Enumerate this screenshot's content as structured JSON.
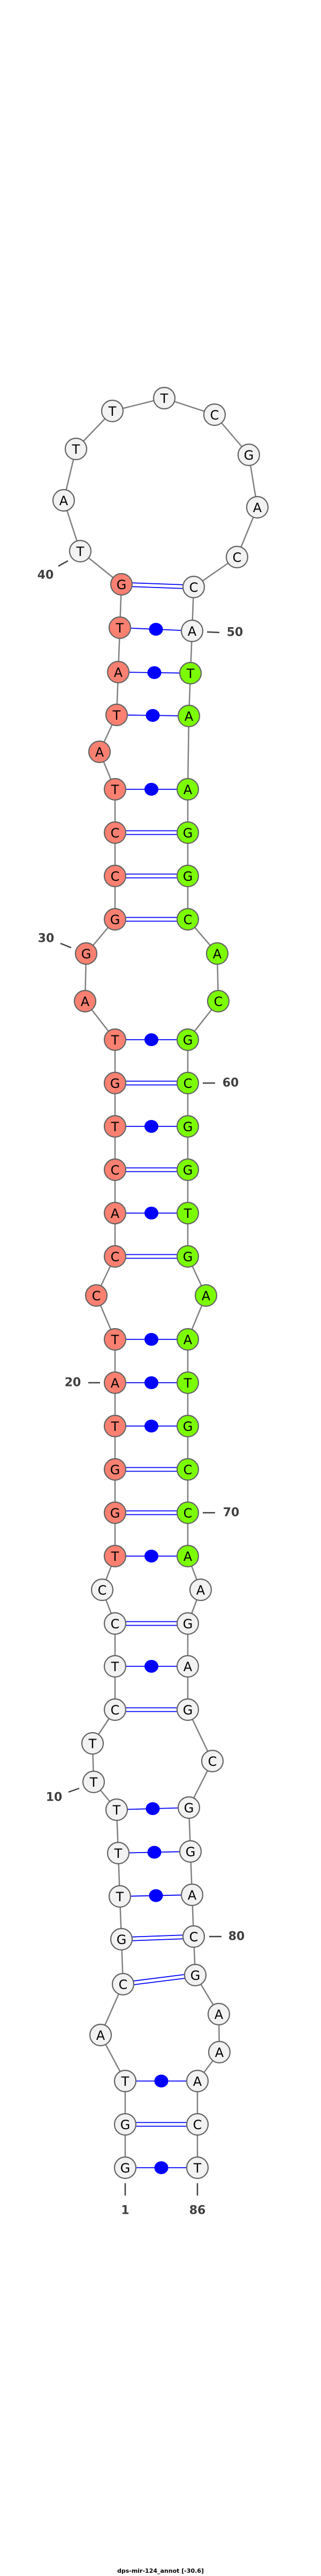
{
  "title": "dps-mir-124_annot [-30.6]",
  "sequence": [
    "G",
    "G",
    "T",
    "A",
    "C",
    "G",
    "T",
    "T",
    "T",
    "T",
    "T",
    "C",
    "T",
    "C",
    "C",
    "T",
    "G",
    "G",
    "T",
    "A",
    "T",
    "C",
    "C",
    "A",
    "C",
    "T",
    "G",
    "T",
    "A",
    "G",
    "G",
    "C",
    "C",
    "T",
    "A",
    "T",
    "A",
    "T",
    "G",
    "T",
    "A",
    "T",
    "T",
    "T",
    "C",
    "G",
    "A",
    "C",
    "C",
    "A",
    "T",
    "A",
    "A",
    "G",
    "G",
    "C",
    "A",
    "C",
    "G",
    "C",
    "G",
    "G",
    "T",
    "G",
    "A",
    "A",
    "T",
    "G",
    "C",
    "C",
    "A",
    "A",
    "G",
    "A",
    "G",
    "C",
    "G",
    "G",
    "A",
    "C",
    "G",
    "A",
    "A",
    "A",
    "C",
    "T"
  ],
  "pairs": [
    [
      1,
      86
    ],
    [
      2,
      85
    ],
    [
      3,
      84
    ],
    [
      5,
      81
    ],
    [
      6,
      80
    ],
    [
      7,
      79
    ],
    [
      8,
      78
    ],
    [
      9,
      77
    ],
    [
      12,
      75
    ],
    [
      13,
      74
    ],
    [
      14,
      73
    ],
    [
      16,
      71
    ],
    [
      17,
      70
    ],
    [
      18,
      69
    ],
    [
      19,
      68
    ],
    [
      20,
      67
    ],
    [
      21,
      66
    ],
    [
      23,
      64
    ],
    [
      24,
      63
    ],
    [
      25,
      62
    ],
    [
      26,
      61
    ],
    [
      27,
      60
    ],
    [
      28,
      59
    ],
    [
      31,
      56
    ],
    [
      32,
      55
    ],
    [
      33,
      54
    ],
    [
      34,
      53
    ],
    [
      36,
      52
    ],
    [
      37,
      51
    ],
    [
      38,
      50
    ],
    [
      39,
      49
    ]
  ],
  "highlights": [
    {
      "name": "mature-5p",
      "range": [
        16,
        39
      ],
      "color": "#fa8072"
    },
    {
      "name": "mature-3p",
      "range": [
        51,
        71
      ],
      "color": "#7cfc00"
    }
  ],
  "default_fill": "#f2f2f2",
  "bond_color": "#0000ff",
  "number_labels": [
    "1",
    "10",
    "20",
    "30",
    "40",
    "50",
    "60",
    "70",
    "80",
    "86"
  ]
}
